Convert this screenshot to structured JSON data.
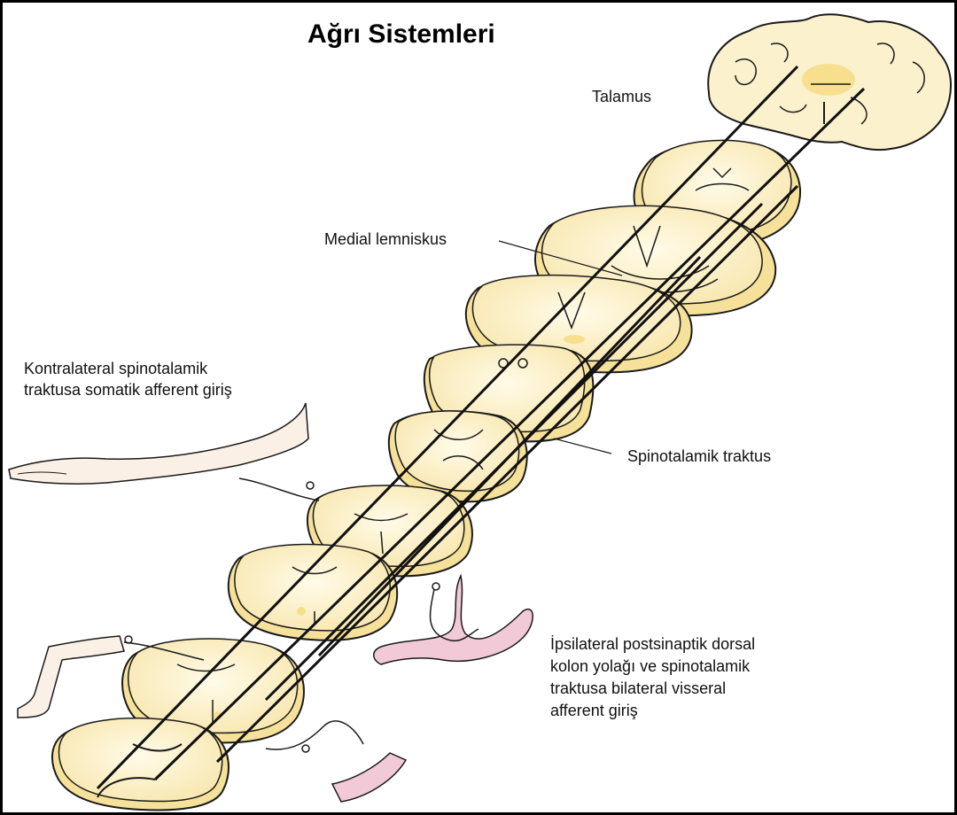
{
  "title": "Ağrı Sistemleri",
  "labels": {
    "talamus": "Talamus",
    "medial_lemniskus": "Medial lemniskus",
    "spinotalamik_traktus": "Spinotalamik traktus",
    "somatic_line1": "Kontralateral spinotalamik",
    "somatic_line2": "traktusa somatik afferent giriş",
    "visceral_line1": "İpsilateral postsinaptik dorsal",
    "visceral_line2": "kolon yolağı ve spinotalamik",
    "visceral_line3": "traktusa bilateral visseral",
    "visceral_line4": "afferent giriş"
  },
  "colors": {
    "tissue_fill": "#fbefc6",
    "tissue_edge": "#f0da8a",
    "organ_pink": "#f2c9d6",
    "skin": "#fbf0e6",
    "outline": "#1a1a1a"
  }
}
